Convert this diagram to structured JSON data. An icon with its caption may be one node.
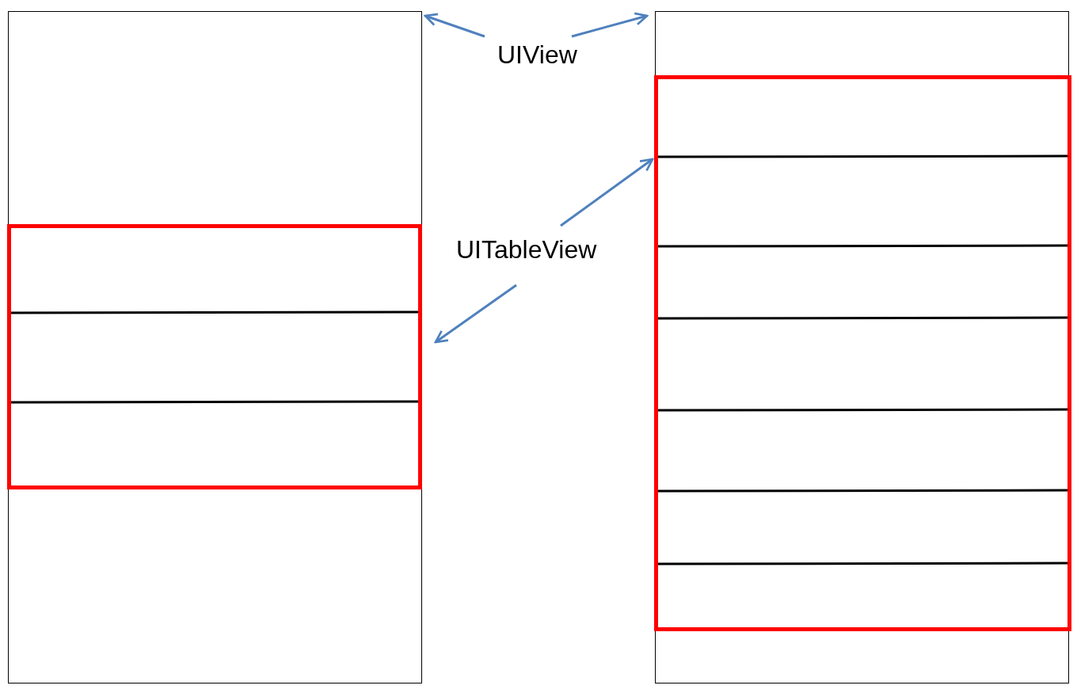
{
  "diagram": {
    "nodes": [
      {
        "text": [],
        "shape": "box"
      },
      {
        "text": [],
        "shape": "box",
        "in": 0
      },
      {
        "text": [
          "UIView"
        ]
      },
      {
        "text": [],
        "shape": "box"
      },
      {
        "text": [],
        "shape": "box",
        "in": 3
      },
      {
        "text": [
          "UITableView"
        ]
      }
    ],
    "edges": [
      {
        "from": 2,
        "to": 0,
        "arrow": "to"
      },
      {
        "from": 2,
        "to": 3,
        "arrow": "to"
      },
      {
        "from": 5,
        "to": 4,
        "arrow": "to"
      },
      {
        "from": 5,
        "to": 1,
        "arrow": "to"
      }
    ]
  }
}
